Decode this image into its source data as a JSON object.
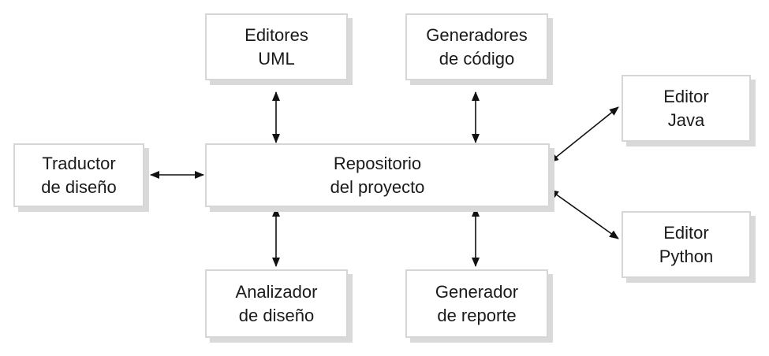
{
  "nodes": {
    "editores_uml": {
      "line1": "Editores",
      "line2": "UML"
    },
    "generadores_codigo": {
      "line1": "Generadores",
      "line2": "de código"
    },
    "editor_java": {
      "line1": "Editor",
      "line2": "Java"
    },
    "traductor_diseno": {
      "line1": "Traductor",
      "line2": "de diseño"
    },
    "repositorio": {
      "line1": "Repositorio",
      "line2": "del proyecto"
    },
    "editor_python": {
      "line1": "Editor",
      "line2": "Python"
    },
    "analizador_diseno": {
      "line1": "Analizador",
      "line2": "de diseño"
    },
    "generador_reporte": {
      "line1": "Generador",
      "line2": "de reporte"
    }
  },
  "edges": [
    {
      "from": "repositorio",
      "to": "editores_uml",
      "direction": "both"
    },
    {
      "from": "repositorio",
      "to": "generadores_codigo",
      "direction": "both"
    },
    {
      "from": "repositorio",
      "to": "editor_java",
      "direction": "both"
    },
    {
      "from": "repositorio",
      "to": "traductor_diseno",
      "direction": "both"
    },
    {
      "from": "repositorio",
      "to": "editor_python",
      "direction": "both"
    },
    {
      "from": "repositorio",
      "to": "analizador_diseno",
      "direction": "both"
    },
    {
      "from": "repositorio",
      "to": "generador_reporte",
      "direction": "both"
    }
  ]
}
